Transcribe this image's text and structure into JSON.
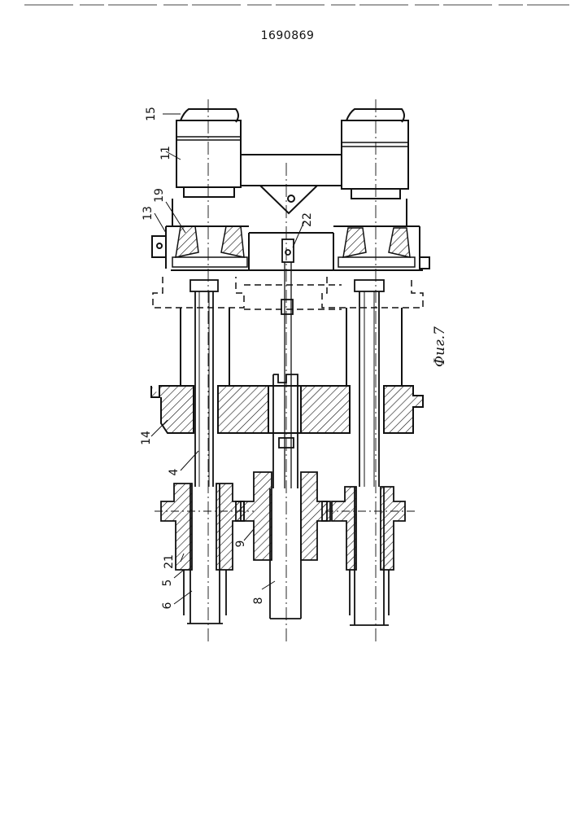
{
  "document": {
    "number": "1690869"
  },
  "figure": {
    "caption": "Фиг.7"
  },
  "labels": {
    "l15": "15",
    "l11": "11",
    "l19": "19",
    "l13": "13",
    "l22": "22",
    "l14": "14",
    "l4": "4",
    "l21": "21",
    "l5": "5",
    "l6": "6",
    "l8": "8",
    "l9": "9"
  }
}
